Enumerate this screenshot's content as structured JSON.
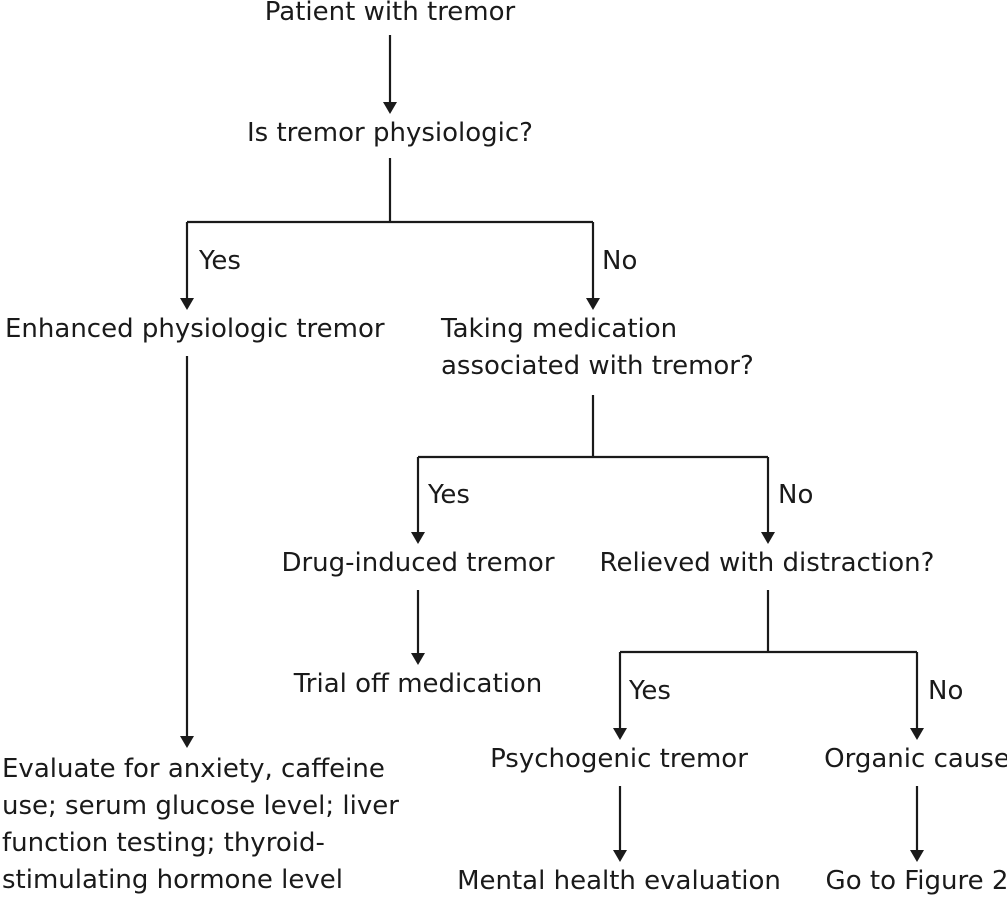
{
  "nodes": {
    "patient": "Patient with tremor",
    "physiologic_q": "Is tremor physiologic?",
    "enhanced": "Enhanced physiologic tremor",
    "medication_q_line1": "Taking medication",
    "medication_q_line2": "associated with tremor?",
    "drug_induced": "Drug-induced tremor",
    "distraction_q": "Relieved with distraction?",
    "trial_off": "Trial off medication",
    "evaluate_line1": "Evaluate for anxiety, caffeine",
    "evaluate_line2": "use; serum glucose level; liver",
    "evaluate_line3": "function testing; thyroid-",
    "evaluate_line4": "stimulating hormone level",
    "psychogenic": "Psychogenic tremor",
    "organic": "Organic cause",
    "mental_health": "Mental health evaluation",
    "go_to_figure": "Go to Figure 2"
  },
  "edge_labels": {
    "yes": "Yes",
    "no": "No"
  },
  "colors": {
    "line": "#1a1a1a",
    "text": "#1a1a1a",
    "background": "#ffffff"
  }
}
